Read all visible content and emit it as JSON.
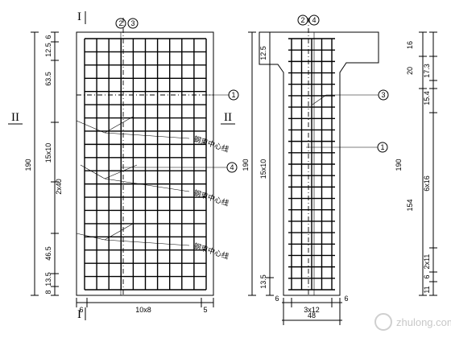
{
  "sections": {
    "section_I_top": "I",
    "section_I_bottom": "I",
    "section_II_left": "II",
    "section_II_mid": "II"
  },
  "callouts": {
    "left_top_a": "2",
    "left_top_b": "3",
    "right_top_a": "2",
    "right_top_b": "4",
    "left_c1": "1",
    "left_c4": "4",
    "right_c3": "3",
    "right_c1": "1"
  },
  "notes": {
    "tendon_centerline_1": "钢束中心线",
    "tendon_centerline_2": "钢束中心线",
    "tendon_centerline_3": "钢束中心线"
  },
  "left_view": {
    "vertical_total": "190",
    "vertical_segments": [
      "6",
      "12.5",
      "63.5",
      "15x10",
      "2x40",
      "46.5",
      "13.5",
      "8"
    ],
    "horizontal_segments": [
      "6",
      "10x8",
      "5"
    ]
  },
  "right_view": {
    "left_total": "190",
    "left_segments": [
      "12.5",
      "15x10",
      "13.5"
    ],
    "bottom_segments": [
      "6",
      "3x12",
      "6"
    ],
    "bottom_total": "48",
    "right_total": "190",
    "right_segments": [
      "16",
      "20",
      "17.3",
      "15.4",
      "154",
      "6x16",
      "2x11",
      "6",
      "11"
    ]
  },
  "watermark": {
    "text": "zhulong.com"
  }
}
